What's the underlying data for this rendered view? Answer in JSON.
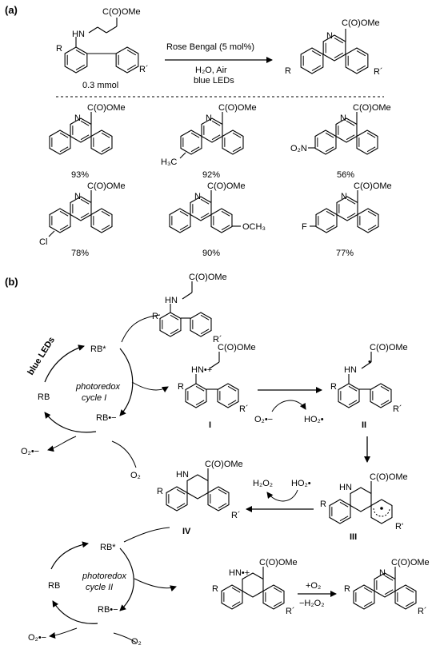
{
  "panels": {
    "a": "(a)",
    "b": "(b)"
  },
  "reaction_a": {
    "ester": "C(O)OMe",
    "nh": "HN",
    "r": "R",
    "r_prime": "R´",
    "scale": "0.3 mmol",
    "catalyst": "Rose Bengal (5 mol%)",
    "conditions_line1": "H₂O, Air",
    "conditions_line2": "blue LEDs"
  },
  "products": [
    {
      "yield": "93%"
    },
    {
      "sub": "H₃C",
      "yield": "92%"
    },
    {
      "sub": "O₂N",
      "yield": "56%"
    },
    {
      "sub": "Cl",
      "yield": "78%"
    },
    {
      "sub": "OCH₃",
      "yield": "90%"
    },
    {
      "sub": "F",
      "yield": "77%"
    }
  ],
  "mechanism": {
    "rb": "RB",
    "rb_star": "RB*",
    "rb_anion": "RB•−",
    "o2": "O₂",
    "superoxide": "O₂•−",
    "hydroperoxyl": "HO₂•",
    "h2o2": "H₂O₂",
    "blue_leds": "blue LEDs",
    "photoredox": "photoredox",
    "cycle_1": "cycle I",
    "cycle_2": "cycle II",
    "amine_radical_cation": "HN•+",
    "plus_o2": "+O₂",
    "minus_h2o2": "−H₂O₂",
    "label_I": "I",
    "label_II": "II",
    "label_III": "III",
    "label_IV": "IV"
  },
  "colors": {
    "accent": "#1414c8",
    "ink": "#000000"
  }
}
